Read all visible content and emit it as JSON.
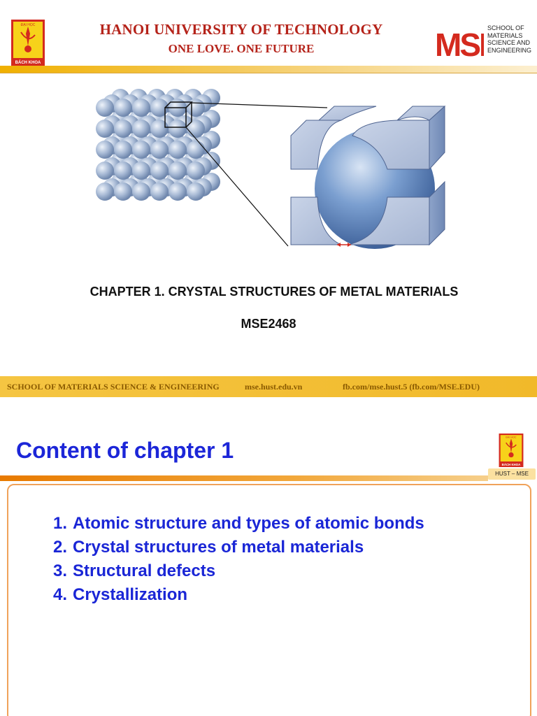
{
  "slide1": {
    "university": "HANOI UNIVERSITY OF TECHNOLOGY",
    "motto": "ONE LOVE. ONE FUTURE",
    "logo_text_top": "ĐẠI HỌC",
    "logo_text_bottom": "BÁCH KHOA",
    "mse_logo_letters": "MSE",
    "mse_lines": [
      "SCHOOL OF",
      "MATERIALS",
      "SCIENCE AND",
      "ENGINEERING"
    ],
    "chapter_title": "CHAPTER 1. CRYSTAL STRUCTURES OF METAL MATERIALS",
    "course_code": "MSE2468",
    "footer": {
      "school": "SCHOOL OF MATERIALS SCIENCE & ENGINEERING",
      "website": "mse.hust.edu.vn",
      "facebook": "fb.com/mse.hust.5 (fb.com/MSE.EDU)"
    },
    "colors": {
      "brand_red": "#b5231a",
      "gold": "#f1b92a"
    }
  },
  "slide2": {
    "title": "Content of chapter 1",
    "tag": "HUST – MSE",
    "items": [
      {
        "num": "1.",
        "label": "Atomic structure and types of atomic bonds"
      },
      {
        "num": "2.",
        "label": "Crystal structures of metal materials"
      },
      {
        "num": "3.",
        "label": "Structural defects"
      },
      {
        "num": "4.",
        "label": "Crystallization"
      }
    ],
    "colors": {
      "title_blue": "#1c26d8",
      "accent_orange": "#e87a00"
    }
  }
}
